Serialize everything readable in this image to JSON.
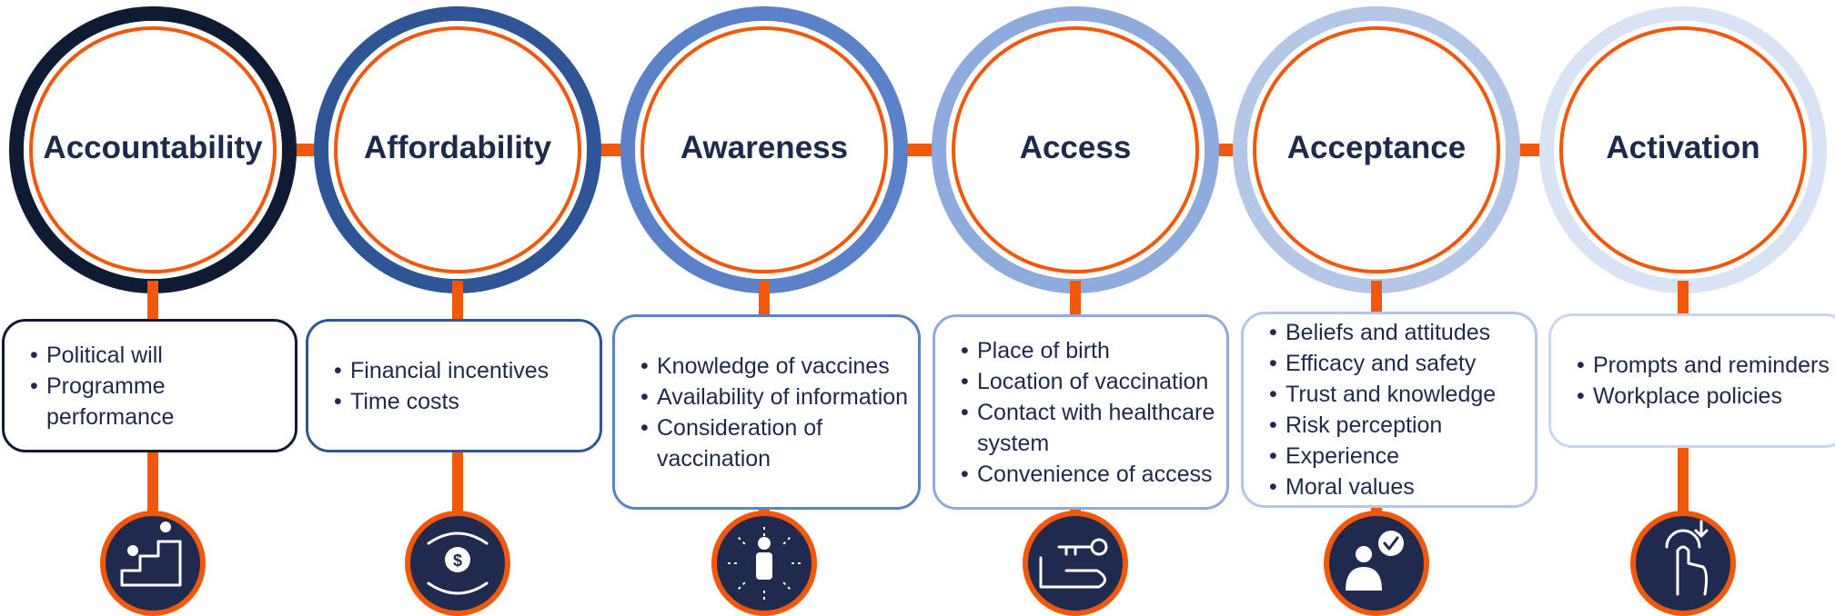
{
  "stages": [
    {
      "title": "Accountability",
      "ring_color": "#0f1b33",
      "bullets": [
        "Political will",
        "Programme performance"
      ],
      "icon": "people-climbing-steps-icon"
    },
    {
      "title": "Affordability",
      "ring_color": "#2f5597",
      "bullets": [
        "Financial incentives",
        "Time costs"
      ],
      "icon": "hand-holding-coin-icon"
    },
    {
      "title": "Awareness",
      "ring_color": "#5b82c9",
      "bullets": [
        "Knowledge of vaccines",
        "Availability of information",
        "Consideration of vaccination"
      ],
      "icon": "person-radiating-icon"
    },
    {
      "title": "Access",
      "ring_color": "#8faadc",
      "bullets": [
        "Place of birth",
        "Location of vaccination",
        "Contact with healthcare system",
        "Convenience of access"
      ],
      "icon": "hand-with-key-icon"
    },
    {
      "title": "Acceptance",
      "ring_color": "#b4c7e7",
      "bullets": [
        "Beliefs and attitudes",
        "Efficacy and safety",
        "Trust and knowledge",
        "Risk perception",
        "Experience",
        "Moral values"
      ],
      "icon": "person-checkmark-icon"
    },
    {
      "title": "Activation",
      "ring_color": "#dae3f3",
      "bullets": [
        "Prompts and reminders",
        "Workplace policies"
      ],
      "icon": "hand-tap-icon"
    }
  ],
  "colors": {
    "accent": "#f2580c",
    "navy": "#1e2a4a",
    "icon_fill": "#1f2a4e"
  }
}
